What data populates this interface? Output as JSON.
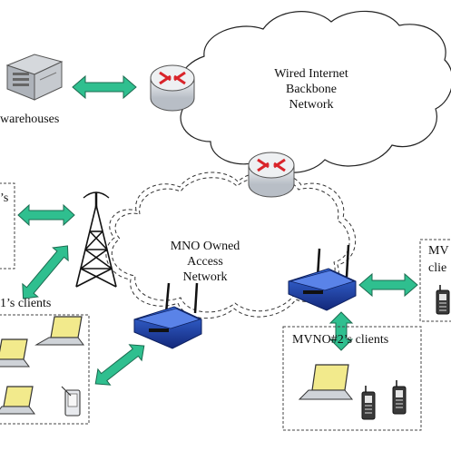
{
  "labels": {
    "warehouses": "warehouses",
    "backbone": [
      "Wired Internet",
      "Backbone",
      "Network"
    ],
    "access": [
      "MNO Owned",
      "Access",
      "Network"
    ],
    "mvno1_clients": "1’s clients",
    "mvno2_clients": "MVNO#2’s clients",
    "mvno3_top": "MV",
    "mvno3_bottom": "clie",
    "left_top_partial": "’s"
  },
  "colors": {
    "arrow_fill": "#2fbf8f",
    "arrow_stroke": "#1c6b50",
    "router_body": "#d9dde2",
    "router_arrow": "#d9242a",
    "wifi_router_blue": "#1b3fa0",
    "laptop_screen": "#f2ea8c",
    "dashed_box": "#444444",
    "cloud_stroke": "#222222"
  },
  "icons": [
    "server-icon",
    "router-icon",
    "cell-tower-icon",
    "wifi-router-icon",
    "laptop-icon",
    "mobile-phone-icon",
    "pda-icon",
    "cloud-icon"
  ]
}
